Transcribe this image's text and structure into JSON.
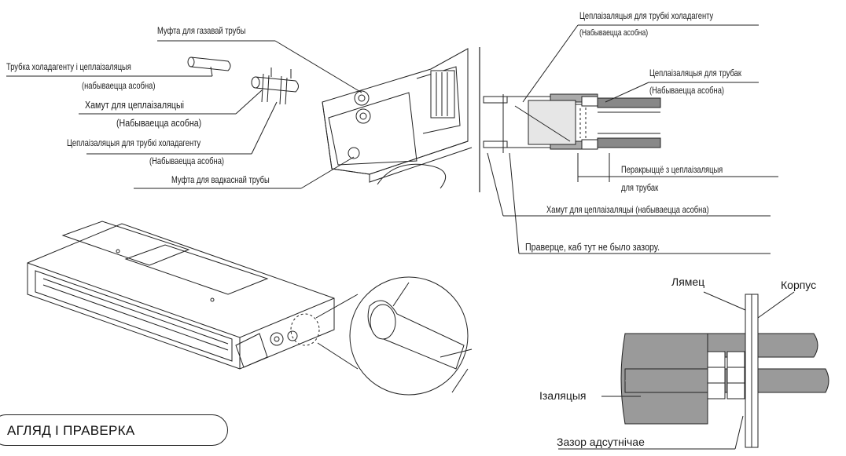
{
  "labels": {
    "gas_pipe_coupling": "Муфта для газавай трубы",
    "refrigerant_pipe_insulation_1": "Трубка холадагенту і цеплаізаляцыя",
    "refrigerant_pipe_insulation_2": "(набываецца асобна)",
    "clamp_1": "Хамут для цеплаізаляцыі",
    "clamp_2": "(Набываецца асобна)",
    "refr_insulation_1": "Цеплаізаляцыя для трубкі холадагенту",
    "refr_insulation_2": "(Набываецца асобна)",
    "liquid_pipe_coupling": "Муфта для вадкаснай трубы",
    "detail_refr_insulation_1": "Цеплаізаляцыя для трубкі холадагенту",
    "detail_refr_insulation_2": "(Набываецца асобна)",
    "pipe_insulation_1": "Цеплаізаляцыя для трубак",
    "pipe_insulation_2": "(Набываецца асобна)",
    "overlap_1": "Перакрыццё з цеплаізаляцыя",
    "overlap_2": "для трубак",
    "detail_clamp": "Хамут для цеплаізаляцыі (набываецца асобна)",
    "check_gap": "Праверце, каб тут не было зазору.",
    "flange": "Лямец",
    "casing": "Корпус",
    "insulation": "Ізаляцыя",
    "no_gap": "Зазор адсутнічае"
  },
  "section_title": "АГЛЯД І ПРАВЕРКА",
  "colors": {
    "line": "#222222",
    "insulation_fill": "#9a9a9a",
    "light_fill": "#e6e6e6"
  }
}
